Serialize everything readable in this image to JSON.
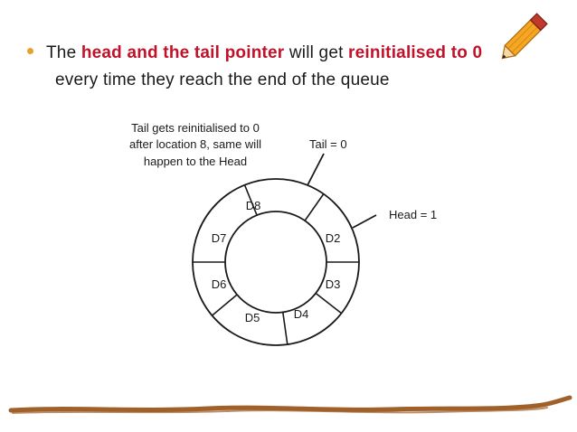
{
  "bullet": {
    "t1": "The ",
    "t2": "head and the tail pointer",
    "t3": " will get ",
    "t4": "reinitialised to 0",
    "t5": "every time they reach the end of the queue"
  },
  "diagram": {
    "annotation_lines": [
      "Tail gets reinitialised to 0",
      "after location 8, same will",
      "happen to the Head"
    ],
    "tail_label": "Tail = 0",
    "head_label": "Head = 1",
    "segments": [
      "D8",
      "D2",
      "D3",
      "D4",
      "D5",
      "D6",
      "D7"
    ]
  },
  "colors": {
    "highlight": "#c0122a",
    "bullet": "#e8a02a",
    "rule": "#a0602a",
    "pencil_body": "#f5a623",
    "pencil_tip": "#c0392b"
  },
  "icons": {
    "pencil": "pencil-icon"
  }
}
